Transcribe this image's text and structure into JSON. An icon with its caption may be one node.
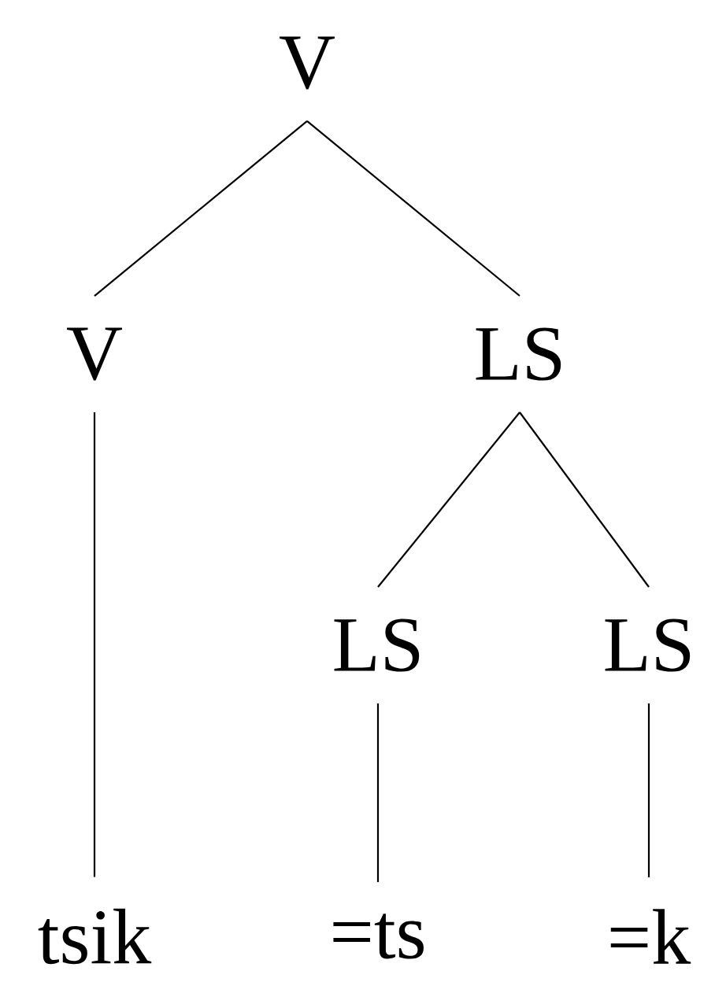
{
  "diagram": {
    "nodes": [
      {
        "text": [
          "V"
        ]
      },
      {
        "text": [
          "V"
        ]
      },
      {
        "text": [
          "LS"
        ]
      },
      {
        "text": [
          "LS"
        ]
      },
      {
        "text": [
          "LS"
        ]
      },
      {
        "text": [
          "tsik"
        ]
      },
      {
        "text": [
          "=ts"
        ]
      },
      {
        "text": [
          "=k"
        ]
      }
    ],
    "edges": [
      {
        "from": 0,
        "to": 1,
        "arrow": "none"
      },
      {
        "from": 0,
        "to": 2,
        "arrow": "none"
      },
      {
        "from": 1,
        "to": 5,
        "arrow": "none"
      },
      {
        "from": 2,
        "to": 3,
        "arrow": "none"
      },
      {
        "from": 2,
        "to": 4,
        "arrow": "none"
      },
      {
        "from": 3,
        "to": 6,
        "arrow": "none"
      },
      {
        "from": 4,
        "to": 7,
        "arrow": "none"
      }
    ]
  }
}
